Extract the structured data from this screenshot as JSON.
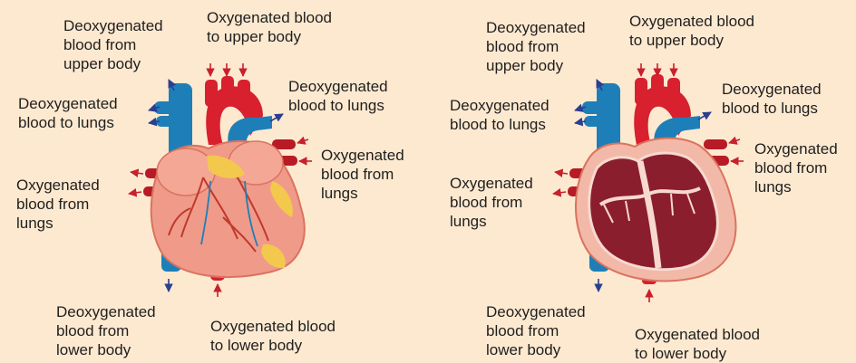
{
  "diagram": {
    "left_panel": {
      "deoxy_upper": "Deoxygenated\nblood from\nupper body",
      "oxy_upper": "Oxygenated blood\nto upper body",
      "deoxy_lungs_left": "Deoxygenated\nblood to lungs",
      "deoxy_lungs_right": "Deoxygenated\nblood to lungs",
      "oxy_from_lungs_left": "Oxygenated\nblood from\nlungs",
      "oxy_from_lungs_right": "Oxygenated\nblood from\nlungs",
      "deoxy_lower": "Deoxygenated\nblood from\nlower body",
      "oxy_lower": "Oxygenated blood\nto lower body"
    },
    "right_panel": {
      "deoxy_upper": "Deoxygenated\nblood from\nupper body",
      "oxy_upper": "Oxygenated blood\nto upper body",
      "deoxy_lungs_left": "Deoxygenated\nblood to lungs",
      "deoxy_lungs_right": "Deoxygenated\nblood to lungs",
      "oxy_from_lungs_left": "Oxygenated\nblood from\nlungs",
      "oxy_from_lungs_right": "Oxygenated\nblood from\nlungs",
      "deoxy_lower": "Deoxygenated\nblood from\nlower body",
      "oxy_lower": "Oxygenated blood\nto lower body"
    },
    "colors": {
      "background": "#fde9d0",
      "oxygenated": "#d8202e",
      "deoxygenated": "#1e7fb8",
      "heart_muscle": "#f09a8a",
      "fat": "#f2c94c",
      "arrow_blue": "#2a3f8f",
      "arrow_red": "#c8202c"
    }
  }
}
